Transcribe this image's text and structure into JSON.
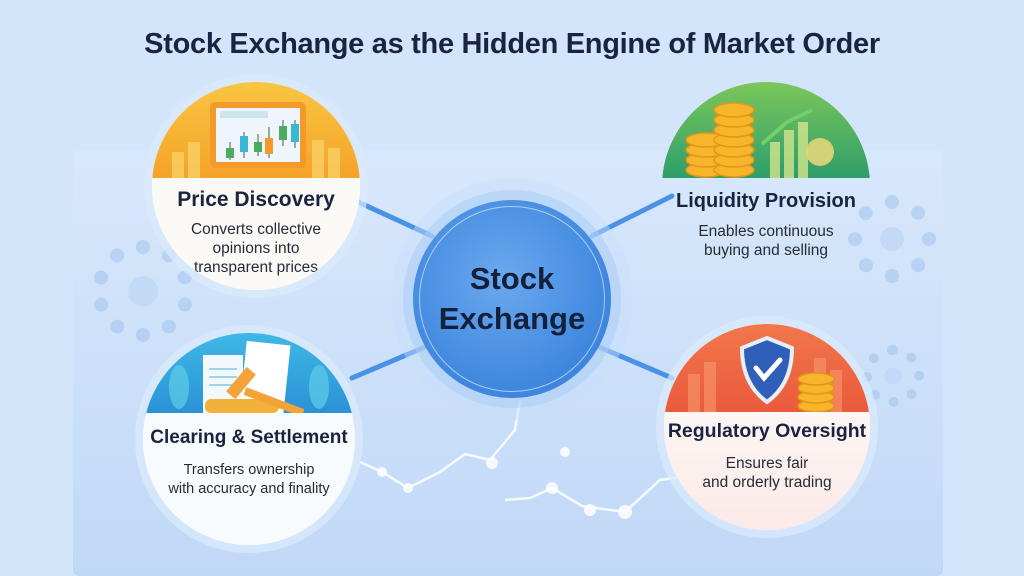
{
  "title": "Stock Exchange as the Hidden Engine of Market Order",
  "hub": {
    "line1": "Stock",
    "line2": "Exchange",
    "color": "#4a8fe2"
  },
  "nodes": [
    {
      "id": "price-discovery",
      "title": "Price Discovery",
      "desc_lines": [
        "Converts collective",
        "opinions into",
        "transparent prices"
      ],
      "icon": "candlestick-chart-icon",
      "accent": "#f7a826"
    },
    {
      "id": "liquidity-provision",
      "title": "Liquidity Provision",
      "desc_lines": [
        "Enables continuous",
        "buying and selling"
      ],
      "icon": "coins-growth-icon",
      "accent": "#4fae5a"
    },
    {
      "id": "clearing-settlement",
      "title": "Clearing & Settlement",
      "desc_lines": [
        "Transfers ownership",
        "with accuracy and finality"
      ],
      "icon": "gavel-documents-icon",
      "accent": "#2ea3dc"
    },
    {
      "id": "regulatory-oversight",
      "title": "Regulatory Oversight",
      "desc_lines": [
        "Ensures fair",
        "and orderly trading"
      ],
      "icon": "shield-check-icon",
      "accent": "#ee6a45"
    }
  ],
  "colors": {
    "background": "#d3e5fb",
    "title": "#1a2340",
    "connector": "#4a92e6"
  }
}
